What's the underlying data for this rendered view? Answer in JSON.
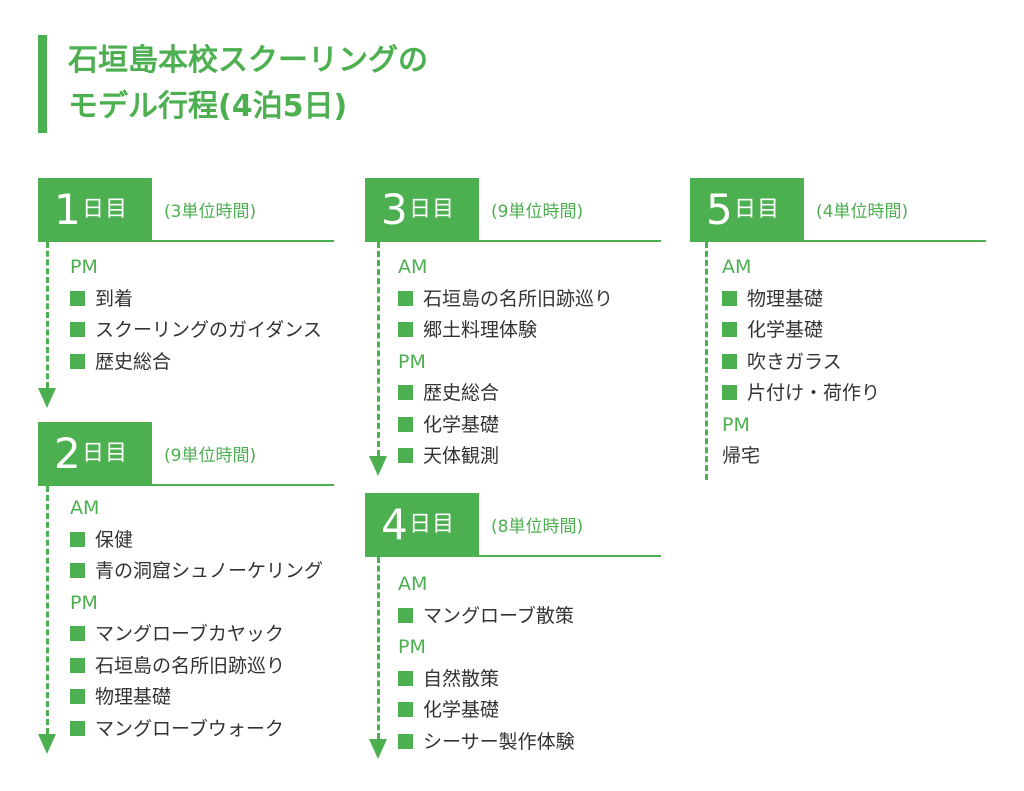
{
  "title": {
    "line1": "石垣島本校スクーリングの",
    "line2": "モデル行程(4泊5日)"
  },
  "days": [
    {
      "id": "day1",
      "num": "1",
      "label": "日目",
      "units": "(3単位時間)",
      "rows": [
        {
          "t": "hdr",
          "text": "PM"
        },
        {
          "t": "item",
          "text": "到着"
        },
        {
          "t": "item",
          "text": "スクーリングのガイダンス"
        },
        {
          "t": "item",
          "text": "歴史総合"
        }
      ]
    },
    {
      "id": "day2",
      "num": "2",
      "label": "日目",
      "units": "(9単位時間)",
      "rows": [
        {
          "t": "hdr",
          "text": "AM"
        },
        {
          "t": "item",
          "text": "保健"
        },
        {
          "t": "item",
          "text": "青の洞窟シュノーケリング"
        },
        {
          "t": "hdr",
          "text": "PM"
        },
        {
          "t": "item",
          "text": "マングローブカヤック"
        },
        {
          "t": "item",
          "text": "石垣島の名所旧跡巡り"
        },
        {
          "t": "item",
          "text": "物理基礎"
        },
        {
          "t": "item",
          "text": "マングローブウォーク"
        }
      ]
    },
    {
      "id": "day3",
      "num": "3",
      "label": "日目",
      "units": "(9単位時間)",
      "rows": [
        {
          "t": "hdr",
          "text": "AM"
        },
        {
          "t": "item",
          "text": "石垣島の名所旧跡巡り"
        },
        {
          "t": "item",
          "text": "郷土料理体験"
        },
        {
          "t": "hdr",
          "text": "PM"
        },
        {
          "t": "item",
          "text": "歴史総合"
        },
        {
          "t": "item",
          "text": "化学基礎"
        },
        {
          "t": "item",
          "text": "天体観測"
        }
      ]
    },
    {
      "id": "day4",
      "num": "4",
      "label": "日目",
      "units": "(8単位時間)",
      "rows": [
        {
          "t": "hdr",
          "text": "AM"
        },
        {
          "t": "item",
          "text": "マングローブ散策"
        },
        {
          "t": "hdr",
          "text": "PM"
        },
        {
          "t": "item",
          "text": "自然散策"
        },
        {
          "t": "item",
          "text": "化学基礎"
        },
        {
          "t": "item",
          "text": "シーサー製作体験"
        }
      ]
    },
    {
      "id": "day5",
      "num": "5",
      "label": "日目",
      "units": "(4単位時間)",
      "rows": [
        {
          "t": "hdr",
          "text": "AM"
        },
        {
          "t": "item",
          "text": "物理基礎"
        },
        {
          "t": "item",
          "text": "化学基礎"
        },
        {
          "t": "item",
          "text": "吹きガラス"
        },
        {
          "t": "item",
          "text": "片付け・荷作り"
        },
        {
          "t": "hdr",
          "text": "PM"
        },
        {
          "t": "plain",
          "text": "帰宅"
        }
      ]
    }
  ],
  "colors": {
    "accent": "#4caf50",
    "text": "#333333"
  }
}
